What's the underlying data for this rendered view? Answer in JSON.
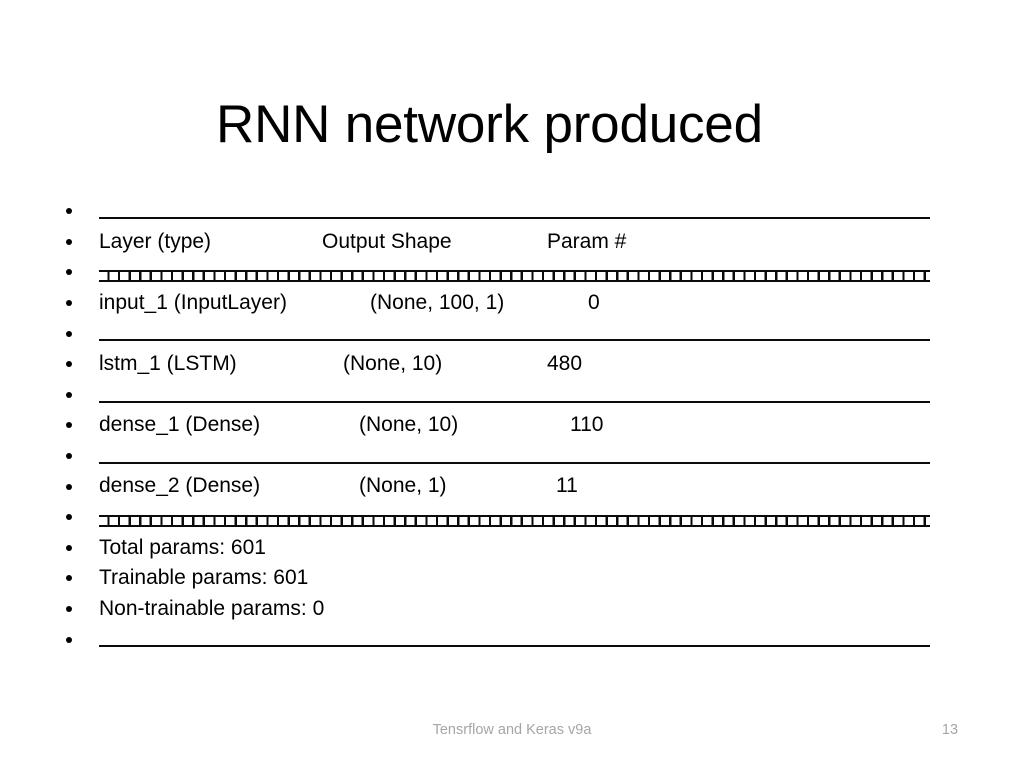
{
  "slide": {
    "title": "RNN network produced",
    "background_color": "#ffffff",
    "text_color": "#000000",
    "rule_color": "#0b0b0b"
  },
  "summary": {
    "columns": {
      "layer": "Layer (type)",
      "output_shape": "Output Shape",
      "param": "Param #"
    },
    "rules": {
      "underscore": "_________________________________________________________________",
      "equals": "================================================================="
    },
    "rows": [
      {
        "layer": "input_1 (InputLayer)",
        "output_shape": "(None, 100, 1)",
        "param": "0"
      },
      {
        "layer": "lstm_1 (LSTM)",
        "output_shape": "(None, 10)",
        "param": "480"
      },
      {
        "layer": "dense_1 (Dense)",
        "output_shape": "(None, 10)",
        "param": "110"
      },
      {
        "layer": "dense_2 (Dense)",
        "output_shape": "(None, 1)",
        "param": "11"
      }
    ],
    "totals": {
      "total_params": "Total params: 601",
      "trainable_params": "Trainable params: 601",
      "non_trainable_params": "Non-trainable params: 0"
    }
  },
  "footer": {
    "note": "Tensrflow and Keras v9a",
    "page_number": "13",
    "color": "#a6a6a6"
  }
}
